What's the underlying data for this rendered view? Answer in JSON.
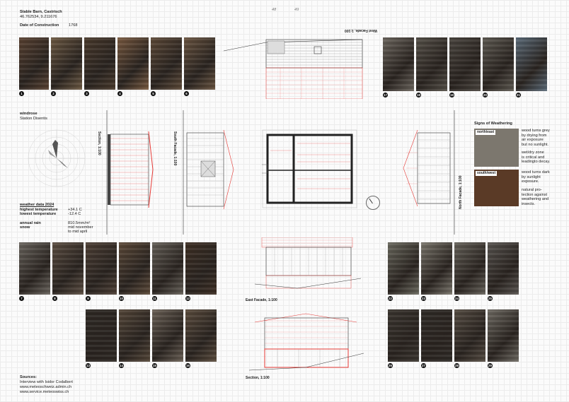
{
  "header": {
    "title": "Stable Barn, Castrisch",
    "coords": "46.762534, 9.211676",
    "page_left": "48",
    "page_right": "49",
    "date_label": "Date of Construction",
    "date_value": "1768"
  },
  "drawings": {
    "west": "West Facade, 1:100",
    "section_a": "Section, 1:100",
    "south": "South Facade, 1:100",
    "north": "North Facade, 1:100",
    "east": "East Facade, 1:100",
    "section_b": "Section, 1:100"
  },
  "windrose": {
    "title": "windrose",
    "station": "Station Disentis"
  },
  "weather": {
    "title": "weather data 2024",
    "rows": [
      {
        "label": "highest temperature",
        "value": "+34.1 C"
      },
      {
        "label": "lowest temperature",
        "value": "-12.4 C"
      },
      {
        "label": "annual rain",
        "value": "810.5mm/m²"
      },
      {
        "label": "snow",
        "value": "mid november"
      },
      {
        "label": "",
        "value": "to mid april"
      }
    ]
  },
  "weathering": {
    "title": "Signs of Weathering",
    "ne_tag": "north/east",
    "sw_tag": "south/west",
    "ne_text": [
      "wood turns grey",
      "by drying from",
      "air exposure",
      "but no sunlight."
    ],
    "ne_text2": [
      "wet/dry zone",
      "is critical and",
      "leadingto decay."
    ],
    "sw_text": [
      "wood turns dark",
      "by sunlight",
      "exposure."
    ],
    "sw_text2": [
      "natural pro-",
      "tection against",
      "weathering and",
      "insects."
    ]
  },
  "sources": {
    "title": "Sources:",
    "lines": [
      "Interview with Isidor Codalbert",
      "www.meteoschweiz.admin.ch",
      "www.service.meteoswiss.ch"
    ]
  },
  "photos": [
    {
      "n": "1",
      "tone": "#5a4232"
    },
    {
      "n": "2",
      "tone": "#6e5a43"
    },
    {
      "n": "3",
      "tone": "#4a3a2c"
    },
    {
      "n": "4",
      "tone": "#7a5a40"
    },
    {
      "n": "5",
      "tone": "#5e4a38"
    },
    {
      "n": "6",
      "tone": "#6a5440"
    },
    {
      "n": "7",
      "tone": "#6a655e"
    },
    {
      "n": "8",
      "tone": "#5c4e42"
    },
    {
      "n": "9",
      "tone": "#4e4036"
    },
    {
      "n": "10",
      "tone": "#5d4a39"
    },
    {
      "n": "11",
      "tone": "#656058"
    },
    {
      "n": "12",
      "tone": "#3e2f24"
    },
    {
      "n": "13",
      "tone": "#2e2924"
    },
    {
      "n": "14",
      "tone": "#544638"
    },
    {
      "n": "15",
      "tone": "#6b6156"
    },
    {
      "n": "16",
      "tone": "#5b4c3d"
    },
    {
      "n": "17",
      "tone": "#6c665e"
    },
    {
      "n": "18",
      "tone": "#555048"
    },
    {
      "n": "19",
      "tone": "#4a453f"
    },
    {
      "n": "20",
      "tone": "#5e5a52"
    },
    {
      "n": "21",
      "tone": "#5a6a78"
    },
    {
      "n": "22",
      "tone": "#6b6a5f"
    },
    {
      "n": "23",
      "tone": "#7a766c"
    },
    {
      "n": "24",
      "tone": "#66625a"
    },
    {
      "n": "25",
      "tone": "#585450"
    },
    {
      "n": "26",
      "tone": "#3a352f"
    },
    {
      "n": "27",
      "tone": "#2f2b27"
    },
    {
      "n": "28",
      "tone": "#554c42"
    },
    {
      "n": "29",
      "tone": "#6e6a62"
    }
  ]
}
